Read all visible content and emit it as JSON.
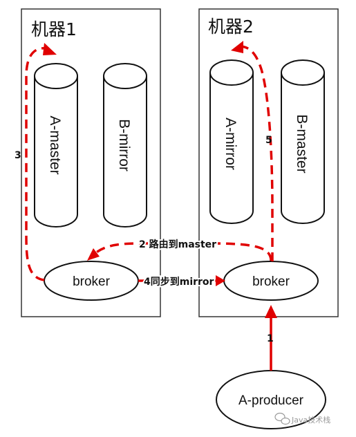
{
  "machine1": {
    "title": "机器1",
    "queue_a": "A-master",
    "queue_b": "B-mirror",
    "broker": "broker"
  },
  "machine2": {
    "title": "机器2",
    "queue_a": "A-mirror",
    "queue_b": "B-master",
    "broker": "broker"
  },
  "producer": "A-producer",
  "steps": {
    "step1": "1",
    "step2": "2 路由到master",
    "step3": "3",
    "step4": "4同步到mirror",
    "step5": "5"
  },
  "watermark": "Java技术栈",
  "colors": {
    "arrow": "#e00000",
    "border": "#333333"
  }
}
